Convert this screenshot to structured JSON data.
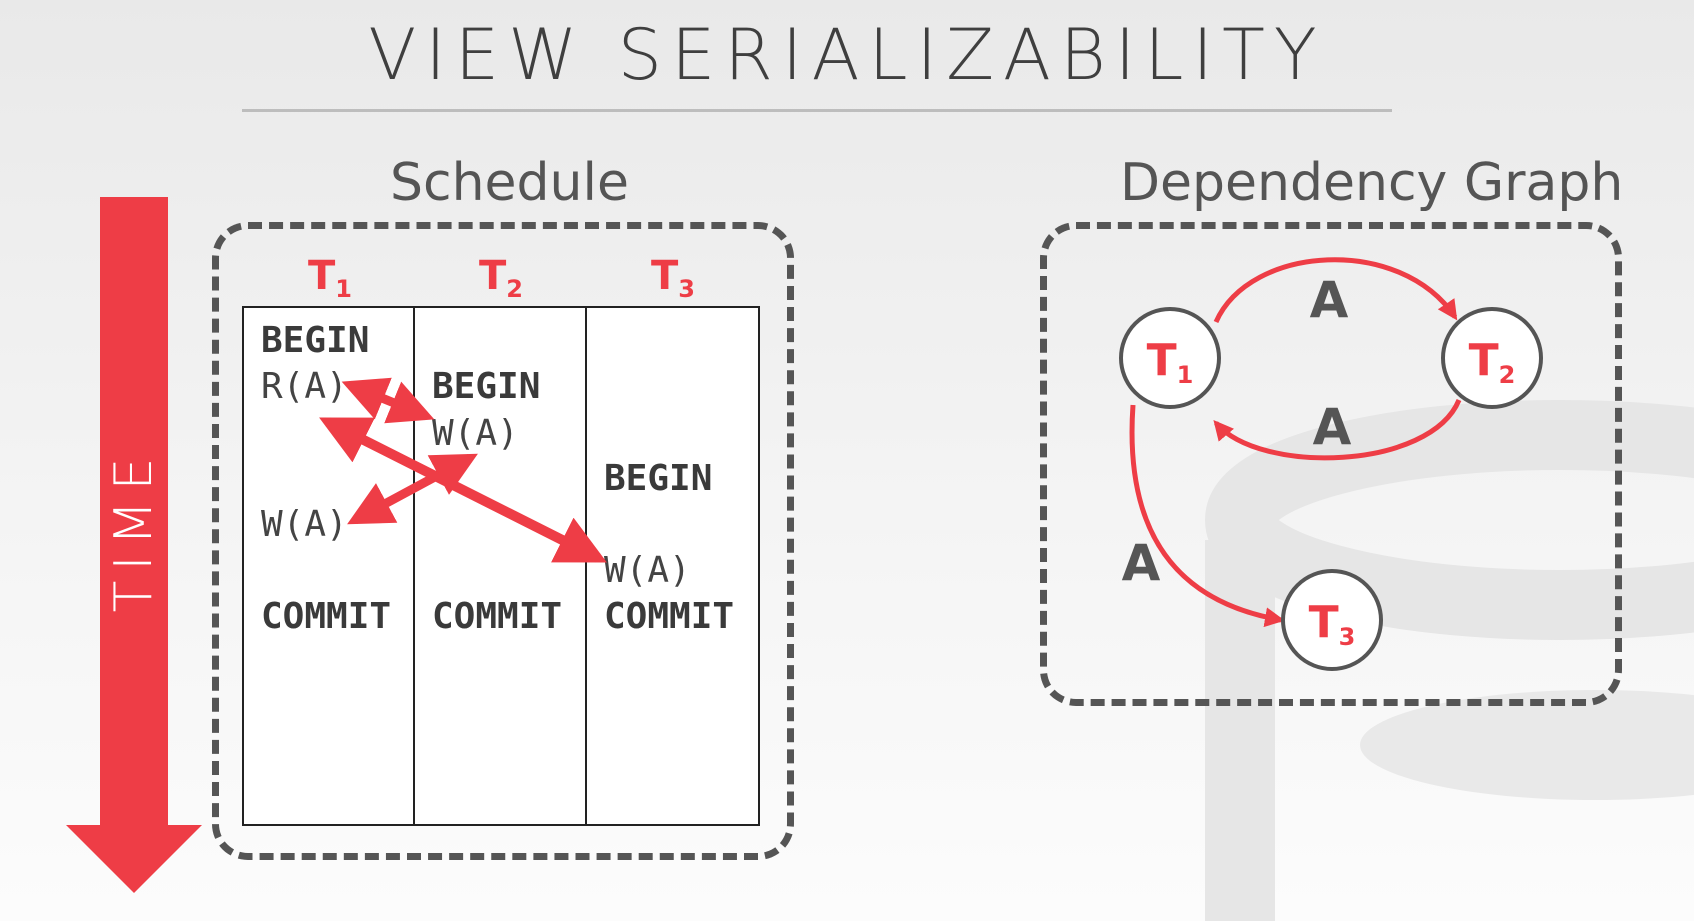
{
  "title": "VIEW SERIALIZABILITY",
  "schedule": {
    "label": "Schedule",
    "time_label": "TIME",
    "transactions": [
      {
        "name": "T",
        "sub": "1"
      },
      {
        "name": "T",
        "sub": "2"
      },
      {
        "name": "T",
        "sub": "3"
      }
    ],
    "t1_ops": {
      "begin": "BEGIN",
      "read": "R(A)",
      "write": "W(A)",
      "commit": "COMMIT"
    },
    "t2_ops": {
      "begin": "BEGIN",
      "write": "W(A)",
      "commit": "COMMIT"
    },
    "t3_ops": {
      "begin": "BEGIN",
      "write": "W(A)",
      "commit": "COMMIT"
    }
  },
  "graph": {
    "label": "Dependency Graph",
    "nodes": [
      {
        "name": "T",
        "sub": "1"
      },
      {
        "name": "T",
        "sub": "2"
      },
      {
        "name": "T",
        "sub": "3"
      }
    ],
    "edges": [
      {
        "from": "T1",
        "to": "T2",
        "label": "A"
      },
      {
        "from": "T2",
        "to": "T1",
        "label": "A"
      },
      {
        "from": "T1",
        "to": "T3",
        "label": "A"
      }
    ]
  },
  "colors": {
    "accent": "#ee3d46",
    "box_border": "#555555",
    "text": "#444444"
  }
}
